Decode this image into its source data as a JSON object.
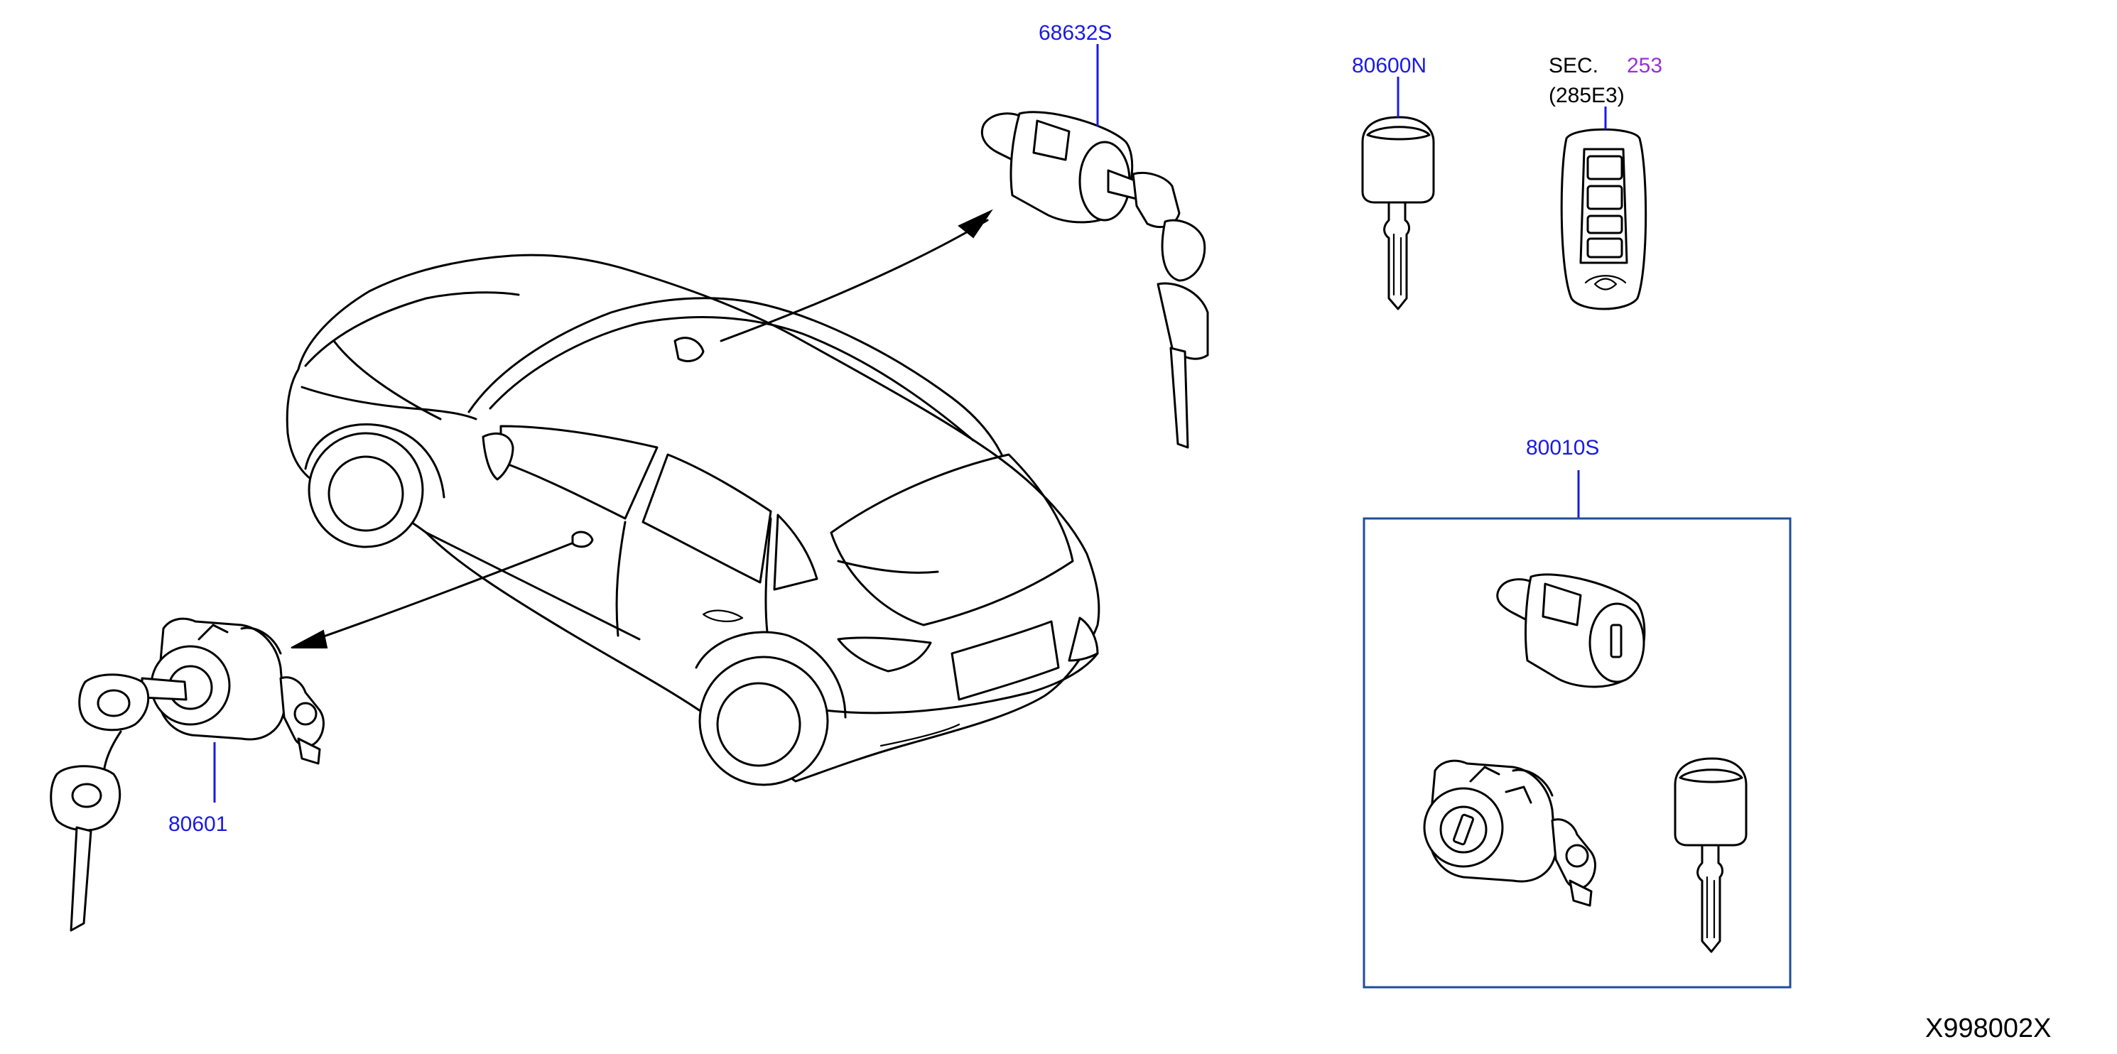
{
  "callouts": {
    "ignition_cylinder": "68632S",
    "key_blank": "80600N",
    "section_ref_prefix": "SEC.",
    "section_ref_number": "253",
    "section_ref_sub": "(285E3)",
    "key_set": "80010S",
    "door_lock_cylinder": "80601"
  },
  "diagram_id": "X998002X",
  "colors": {
    "part_link": "#1a1ae6",
    "section_link": "#9b30d9",
    "kit_frame": "#1f4e9a",
    "line_art": "#000000"
  }
}
